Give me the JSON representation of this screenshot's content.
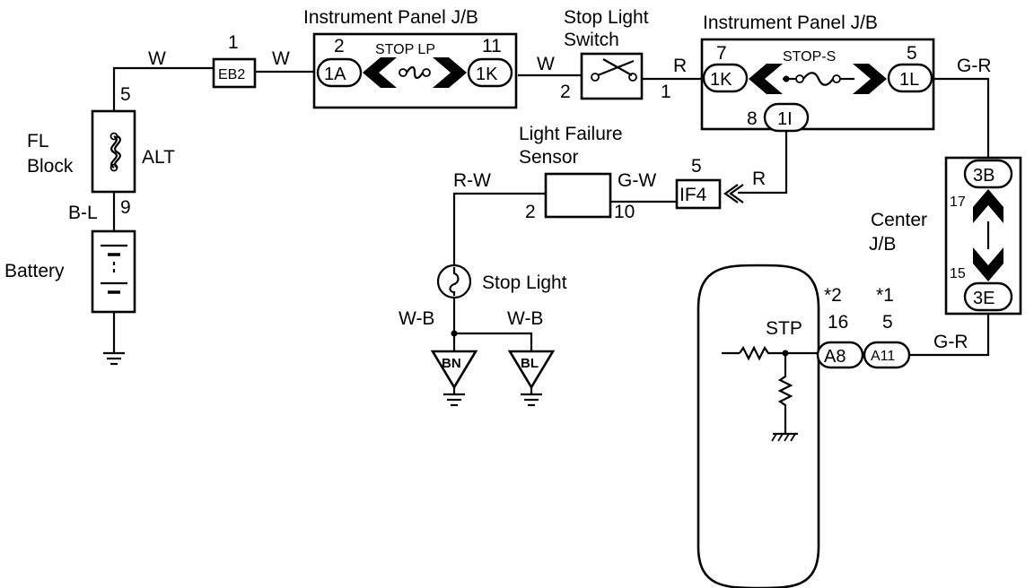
{
  "junction_blocks": {
    "ip_jb_left": {
      "title": "Instrument Panel J/B",
      "fuse_label": "STOP LP",
      "pin_left_no": "2",
      "pin_left_conn": "1A",
      "pin_right_no": "11",
      "pin_right_conn": "1K"
    },
    "ip_jb_right": {
      "title": "Instrument Panel J/B",
      "fuse_label": "STOP-S",
      "pin_left_no": "7",
      "pin_left_conn": "1K",
      "pin_right_no": "5",
      "pin_right_conn": "1L",
      "pin_bottom_no": "8",
      "pin_bottom_conn": "1I"
    },
    "center_jb": {
      "title_line1": "Center",
      "title_line2": "J/B",
      "pin_top_no": "17",
      "pin_top_conn": "3B",
      "pin_bottom_no": "15",
      "pin_bottom_conn": "3E"
    }
  },
  "components": {
    "fl_block": {
      "label_line1": "FL",
      "label_line2": "Block",
      "fuse": "ALT",
      "pin_top": "5",
      "pin_bottom": "9"
    },
    "battery": {
      "label": "Battery"
    },
    "eb2": {
      "connector": "EB2",
      "pin": "1"
    },
    "stop_light_switch": {
      "label_line1": "Stop Light",
      "label_line2": "Switch",
      "pin_left": "2",
      "pin_right": "1"
    },
    "light_failure_sensor": {
      "label_line1": "Light Failure",
      "label_line2": "Sensor",
      "pin_left": "2",
      "pin_right": "10"
    },
    "if4": {
      "connector": "IF4",
      "pin": "5"
    },
    "stop_light": {
      "label": "Stop Light"
    },
    "ground_bn": "BN",
    "ground_bl": "BL",
    "ecu": {
      "terminal": "STP",
      "conn_a8": "A8",
      "conn_a8_pin": "16",
      "conn_a8_note": "*2",
      "conn_a11": "A11",
      "conn_a11_pin": "5",
      "conn_a11_note": "*1"
    }
  },
  "wire_colors": {
    "alt_to_eb2": "W",
    "eb2_to_jb": "W",
    "jb_to_switch": "W",
    "switch_to_jb": "R",
    "jb_to_center": "G-R",
    "fl_to_battery": "B-L",
    "jb_to_if4": "R",
    "if4_to_sensor": "G-W",
    "sensor_to_light": "R-W",
    "light_to_ground": "W-B",
    "ground_branch": "W-B",
    "center_to_ecu": "G-R"
  }
}
